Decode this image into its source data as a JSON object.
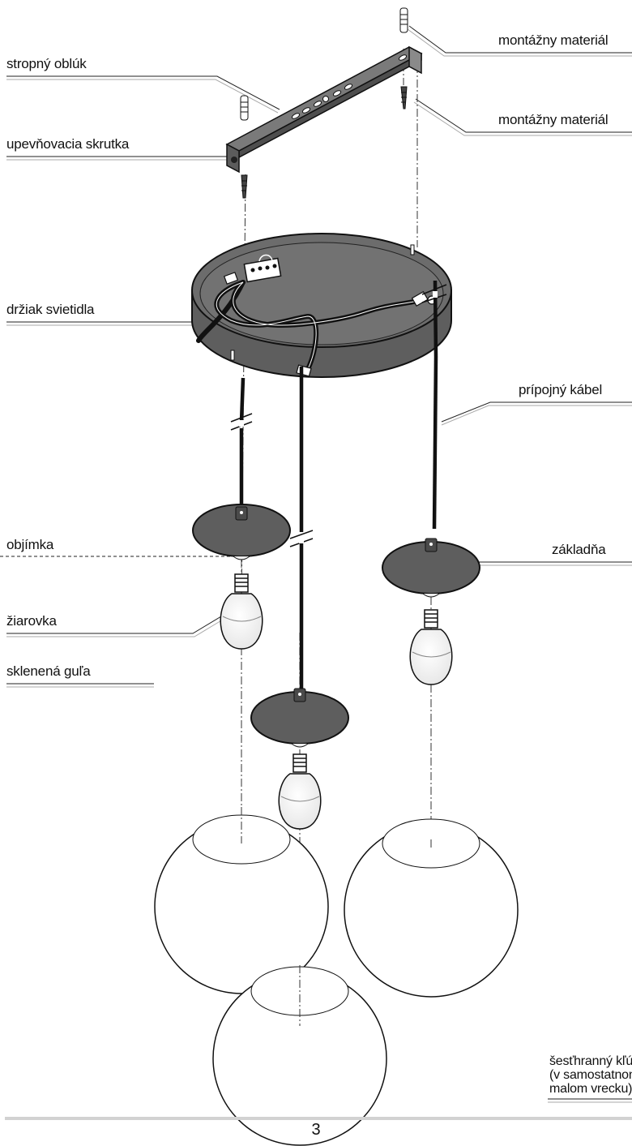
{
  "labels": {
    "mounting_material_top": "montážny materiál",
    "mounting_material_second": "montážny materiál",
    "ceiling_bracket": "stropný oblúk",
    "fixing_screw": "upevňovacia skrutka",
    "canopy": "držiak svietidla",
    "connection_cable": "prípojný kábel",
    "socket": "objímka",
    "base": "základňa",
    "bulb": "žiarovka",
    "glass_globe": "sklenená guľa",
    "hex_key": "šesťhranný kľúč\n(v samostatnom\nmalom vrecku)"
  },
  "page_number": "3",
  "colors": {
    "metal": "#6e6e6e",
    "metal_dark": "#4a4a4a",
    "cable": "#111111",
    "line": "#222222",
    "rule": "#cfcfcf"
  }
}
